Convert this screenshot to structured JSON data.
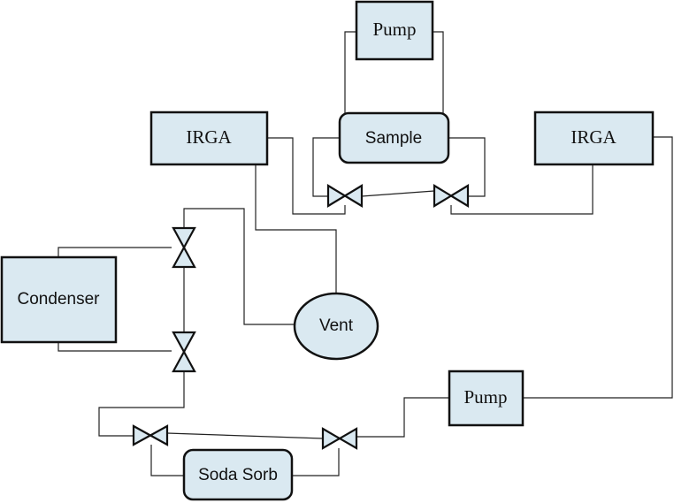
{
  "diagram": {
    "type": "gas-flow schematic",
    "components": {
      "pump_top": "Pump",
      "sample": "Sample",
      "irga_left": "IRGA",
      "irga_right": "IRGA",
      "condenser": "Condenser",
      "vent": "Vent",
      "pump_bottom": "Pump",
      "soda_sorb": "Soda Sorb"
    }
  },
  "colors": {
    "component_fill": "#dae9f1",
    "outline": "#111111",
    "pipe": "#222222"
  }
}
